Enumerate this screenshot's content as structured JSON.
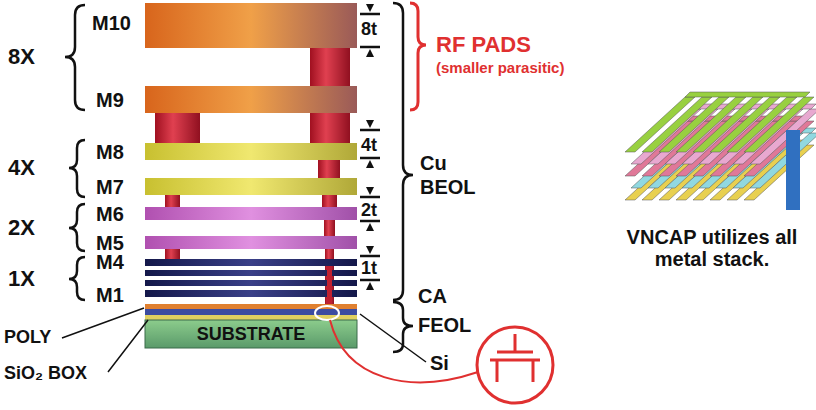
{
  "diagram": {
    "nodes": [
      {
        "text": [
          "SUBSTRATE"
        ]
      }
    ],
    "labels": [
      "8X",
      "M10",
      "M9",
      "8t",
      "RF PADS",
      "(smaller parasitic)",
      "4X",
      "M8",
      "M7",
      "4t",
      "Cu",
      "BEOL",
      "2X",
      "M6",
      "M5",
      "2t",
      "1X",
      "M4",
      "1t",
      "M1",
      "CA",
      "POLY",
      "FEOL",
      "SiO₂ BOX",
      "Si",
      "VNCAP utilizes all metal stack."
    ]
  }
}
